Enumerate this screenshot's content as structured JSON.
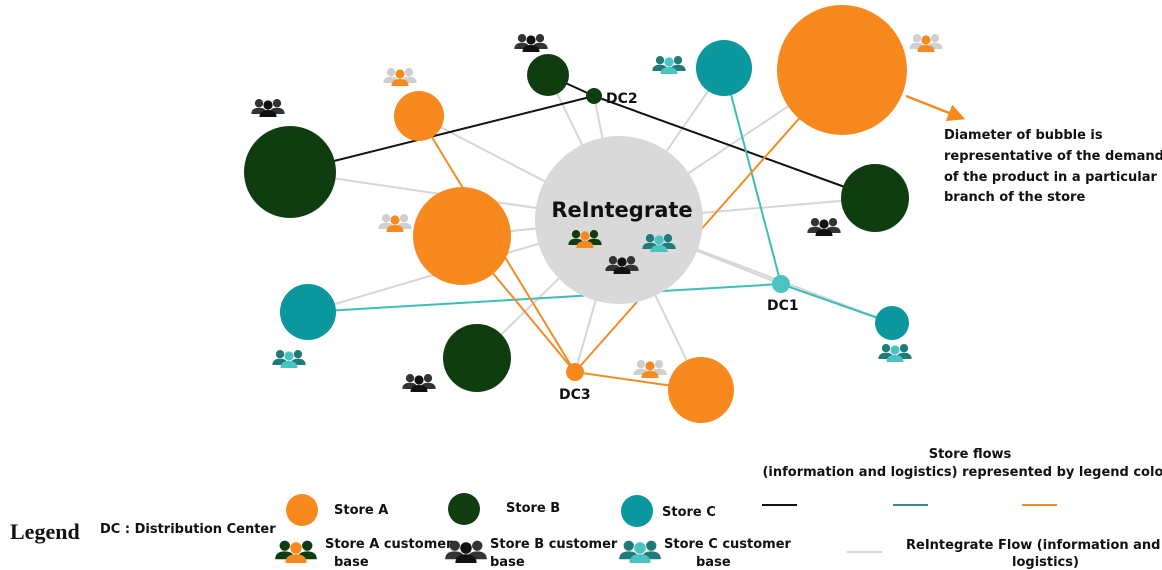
{
  "colors": {
    "store_a": "#F7891F",
    "store_b": "#0F3D0F",
    "store_c": "#0A979E",
    "center": "#D9D9D9",
    "reintegrate_line": "#D6D6D6",
    "dc1": "#4CC3C3",
    "store_c_line": "#3DBDB8",
    "store_b_line": "#111111",
    "store_a_line": "#F28C28"
  },
  "center": {
    "label": "ReIntegrate"
  },
  "distribution_centers": {
    "dc1": "DC1",
    "dc2": "DC2",
    "dc3": "DC3"
  },
  "annotation": {
    "lines": [
      "Diameter of bubble is",
      "representative of the demand",
      "of the product in a particular",
      "branch of the store"
    ]
  },
  "store_flows": {
    "title": "Store flows",
    "subtitle": "(information and logistics) represented by legend colors"
  },
  "legend": {
    "title": "Legend",
    "dc_note": "DC : Distribution Center",
    "store_a": "Store A",
    "store_b": "Store B",
    "store_c": "Store C",
    "store_a_base": [
      "Store A customer",
      "base"
    ],
    "store_b_base": [
      "Store B customer",
      "base"
    ],
    "store_c_base": [
      "Store C customer",
      "base"
    ],
    "reintegrate_flow": [
      "ReIntegrate Flow (information and",
      "logistics)"
    ]
  },
  "icons": [
    "people-group-icon",
    "arrow-icon"
  ]
}
